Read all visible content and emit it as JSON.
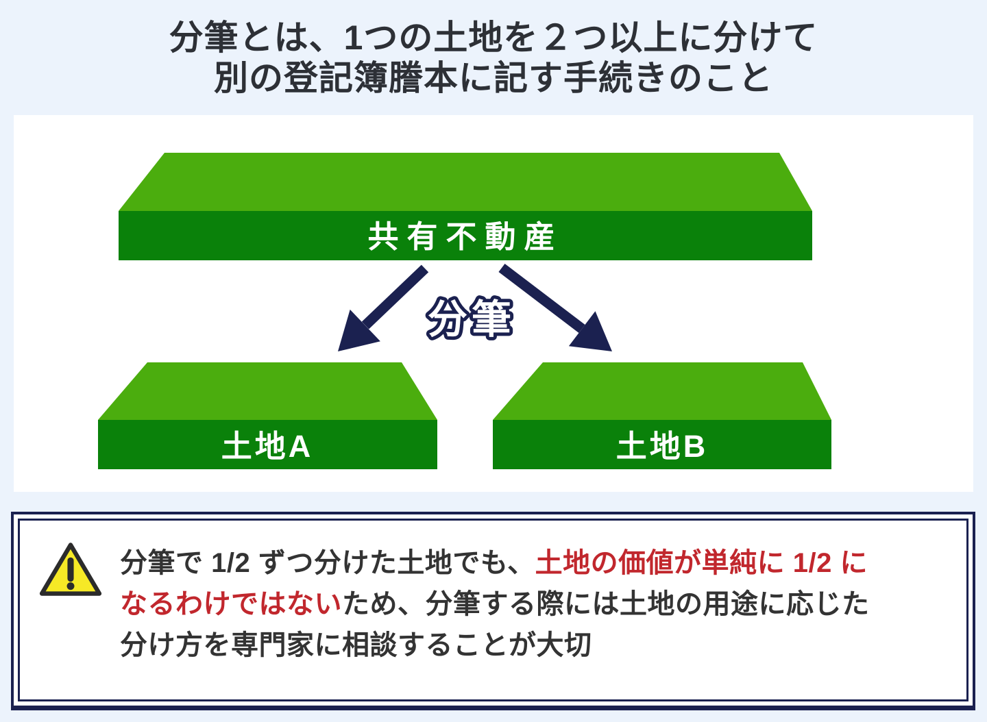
{
  "title": {
    "line1": "分筆とは、1つの土地を２つ以上に分けて",
    "line2": "別の登記簿謄本に記す手続きのこと"
  },
  "diagram": {
    "source_label": "共有不動産",
    "divide_label": "分筆",
    "result_a_label": "土地A",
    "result_b_label": "土地B"
  },
  "note": {
    "icon": "warning-triangle-icon",
    "line1": {
      "dark": "分筆で 1/2 ずつ分けた土地でも、",
      "red": "土地の価値が単純に 1/2 に"
    },
    "line2": {
      "red": "なるわけではない",
      "dark": "ため、分筆する際には土地の用途に応じた"
    },
    "line3": {
      "dark": "分け方を専門家に相談することが大切"
    }
  },
  "colors": {
    "page_background": "#ecf3fc",
    "panel_background": "#ffffff",
    "land_top_green": "#4bad0e",
    "land_front_green": "#0a810a",
    "navy": "#1b2150",
    "title_text": "#2d3036",
    "body_text": "#333333",
    "emphasis_red": "#c1272d",
    "warning_yellow": "#f6e926",
    "warning_stroke": "#2b2b2b"
  }
}
